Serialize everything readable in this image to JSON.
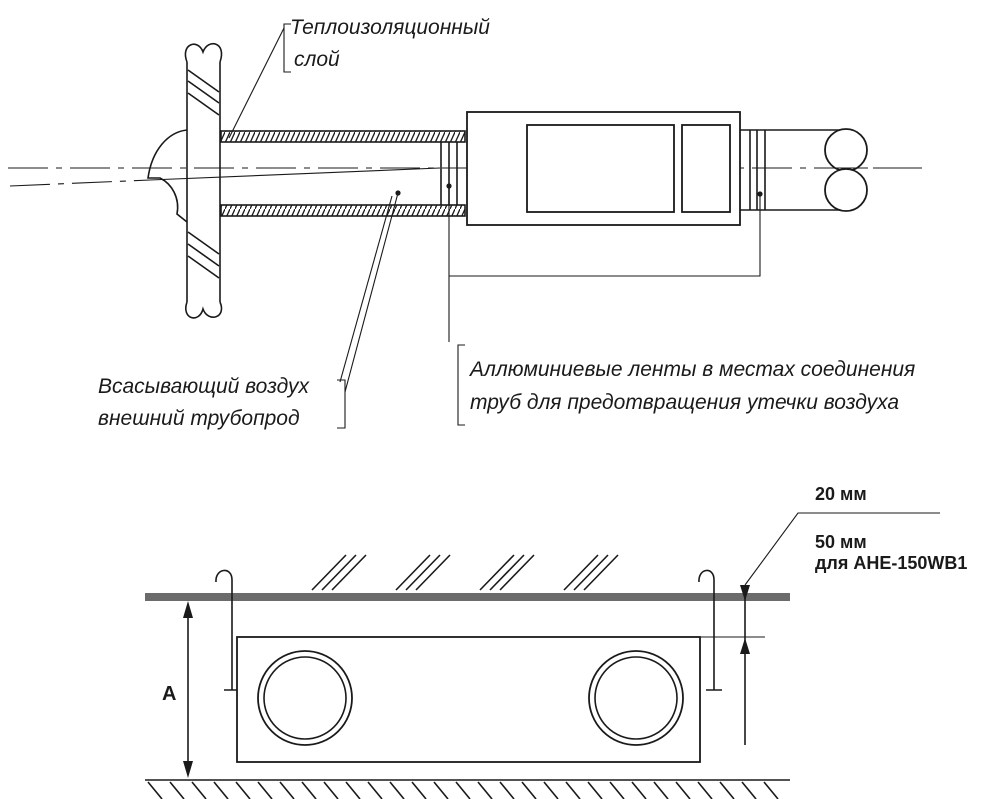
{
  "labels": {
    "insulation": [
      "Теплоизоляционный",
      "слой"
    ],
    "intake": [
      "Всасывающий воздух",
      "внешний трубопрод"
    ],
    "tape": [
      "Аллюминиевые ленты в местах соединения",
      "труб для предотвращения утечки воздуха"
    ],
    "gap_min": "20 мм",
    "gap_alt": [
      "50 мм",
      "для AHE-150WB1"
    ],
    "dim_a": "A"
  },
  "colors": {
    "line": "#1a1a1a",
    "ceiling": "#6b6b6b"
  }
}
